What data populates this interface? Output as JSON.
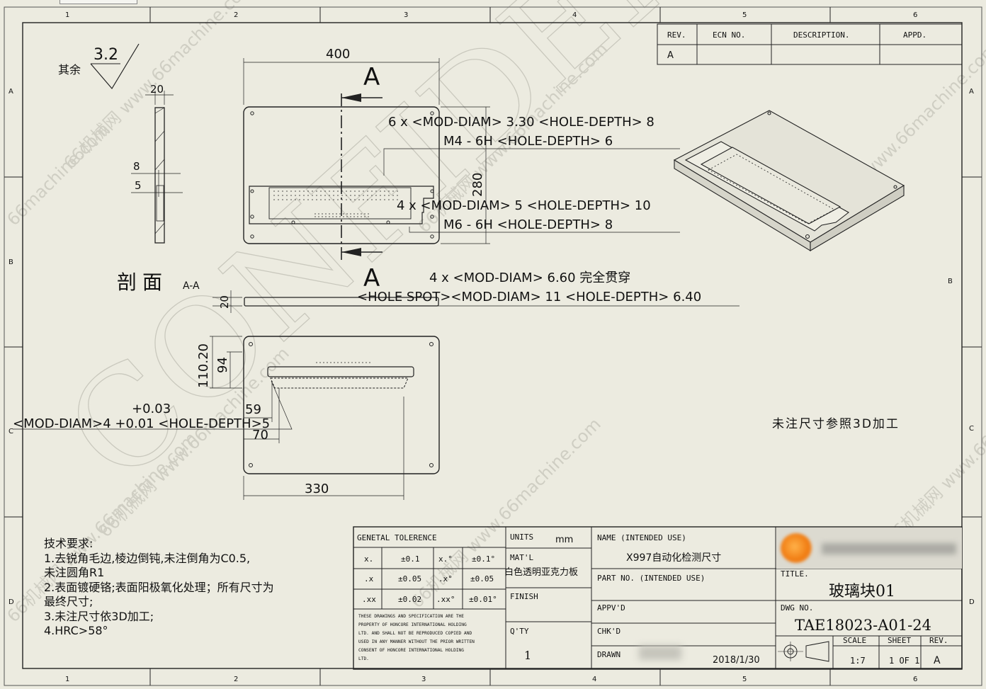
{
  "drawing": {
    "zone_cols": [
      "1",
      "2",
      "3",
      "4",
      "5",
      "6"
    ],
    "zone_rows": [
      "A",
      "B",
      "C",
      "D"
    ],
    "surface_finish": {
      "value": "3.2",
      "label": "其余"
    },
    "section_title": "剖面",
    "section_id": "A-A",
    "section_marker": "A",
    "dimensions": {
      "width_top": "400",
      "height_right": "280",
      "thickness_side": "20",
      "side_8": "8",
      "side_5": "5",
      "section_thickness": "20",
      "h_110": "110.20",
      "h_94": "94",
      "d_59": "59",
      "d_70": "70",
      "width_bottom": "330",
      "tol_plus": "+0.03",
      "tol_minus_line": "<MOD-DIAM>4 +0.01 <HOLE-DEPTH>5"
    },
    "callouts": {
      "c1_line1": "6 x <MOD-DIAM> 3.30 <HOLE-DEPTH> 8",
      "c1_line2": "M4 - 6H <HOLE-DEPTH> 6",
      "c2_line1": "4 x <MOD-DIAM> 5 <HOLE-DEPTH> 10",
      "c2_line2": "M6 - 6H <HOLE-DEPTH> 8",
      "c3_line1": "4 x <MOD-DIAM> 6.60 完全贯穿",
      "c3_line2": "<HOLE SPOT><MOD-DIAM> 11 <HOLE-DEPTH> 6.40"
    },
    "note_3d": "未注尺寸参照3D加工",
    "tech_requirements": {
      "title": "技术要求:",
      "lines": [
        "1.去锐角毛边,棱边倒钝,未注倒角为C0.5,",
        "未注圆角R1",
        "2.表面镀硬铬;表面阳极氧化处理；所有尺寸为",
        "最终尺寸;",
        "3.未注尺寸依3D加工;",
        "4.HRC>58°"
      ]
    }
  },
  "revision_table": {
    "headers": [
      "REV.",
      "ECN NO.",
      "DESCRIPTION.",
      "APPD."
    ],
    "row": [
      "A",
      "",
      "",
      ""
    ]
  },
  "title_block": {
    "general_tolerance": "GENETAL    TOLERENCE",
    "tol_rows": [
      [
        "x.",
        "±0.1",
        "x.°",
        "±0.1°"
      ],
      [
        ".x",
        "±0.05",
        ".x°",
        "±0.05"
      ],
      [
        ".xx",
        "±0.02",
        ".xx°",
        "±0.01°"
      ]
    ],
    "legal": [
      "THESE DRAWINGS AND SPECIFICATION ARE THE",
      "PROPERTY OF HONCORE INTERNATIONAL HOLDING",
      "LTD.  AND SHALL NOT BE REPRODUCED COPIED AND",
      "USED IN ANY MANNER WITHOUT THE PRIOR WRITTEN",
      "CONSENT OF HONCORE INTERNATIONAL HOLDING",
      "LTD."
    ],
    "units_label": "UNITS",
    "units_value": "mm",
    "material_label": "MAT'L",
    "material_value": "白色透明亚克力板",
    "finish_label": "FINISH",
    "qty_label": "Q'TY",
    "qty_value": "1",
    "name_label": "NAME (INTENDED USE)",
    "name_value": "X997自动化检测尺寸",
    "part_label": "PART NO. (INTENDED USE)",
    "title_label": "TITLE.",
    "title_value": "玻璃块01",
    "apprvd_label": "APPV'D",
    "chkd_label": "CHK'D",
    "drawn_label": "DRAWN",
    "drawn_date": "2018/1/30",
    "dwg_label": "DWG NO.",
    "dwg_value": "TAE18023-A01-24",
    "scale_label": "SCALE",
    "scale_value": "1:7",
    "sheet_label": "SHEET",
    "sheet_value": "1 OF 1",
    "rev_label": "REV.",
    "rev_value": "A"
  },
  "watermarks": {
    "site": "66machine.com",
    "site_cn": "66机械网 www.66machine.com",
    "big": "CONFIDENTIAL"
  }
}
